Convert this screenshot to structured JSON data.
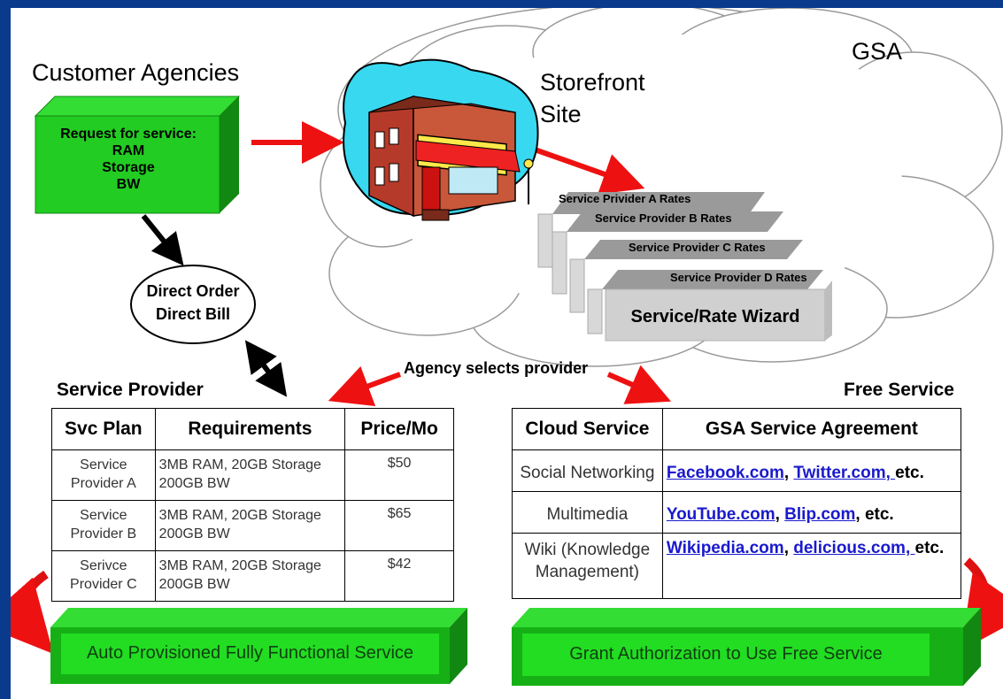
{
  "labels": {
    "gsa": "GSA",
    "customer_agencies": "Customer Agencies",
    "storefront": [
      "Storefront",
      "Site"
    ],
    "service_provider": "Service Provider",
    "free_service": "Free Service",
    "agency_selects": "Agency selects provider"
  },
  "request_box": {
    "title": "Request for service:",
    "items": [
      "RAM",
      "Storage",
      "BW"
    ]
  },
  "direct_order": [
    "Direct Order",
    "Direct Bill"
  ],
  "rate_cards": [
    "Service Privider A Rates",
    "Service Provider B Rates",
    "Service Provider C Rates",
    "Service Provider D  Rates"
  ],
  "wizard_label": "Service/Rate Wizard",
  "provider_table": {
    "headers": [
      "Svc Plan",
      "Requirements",
      "Price/Mo"
    ],
    "rows": [
      {
        "plan": [
          "Service",
          "Provider A"
        ],
        "req": [
          "3MB RAM, 20GB Storage",
          "200GB BW"
        ],
        "price": "$50"
      },
      {
        "plan": [
          "Service",
          "Provider B"
        ],
        "req": [
          "3MB RAM, 20GB Storage",
          "200GB BW"
        ],
        "price": "$65"
      },
      {
        "plan": [
          "Serivce",
          "Provider C"
        ],
        "req": [
          "3MB RAM, 20GB Storage",
          "200GB BW"
        ],
        "price": "$42"
      }
    ]
  },
  "free_table": {
    "headers": [
      "Cloud Service",
      "GSA Service Agreement"
    ],
    "rows": [
      {
        "service": [
          "Social Networking"
        ],
        "links": [
          "Facebook.com",
          "Twitter.com"
        ],
        "sep": ", ",
        "tail_link": ", ",
        "suffix": "etc."
      },
      {
        "service": [
          "Multimedia"
        ],
        "links": [
          "YouTube.com",
          "Blip.com"
        ],
        "sep": ", ",
        "tail_link": "",
        "suffix": ", etc."
      },
      {
        "service": [
          "Wiki (Knowledge",
          "Management)"
        ],
        "links": [
          "Wikipedia.com",
          "delicious.com, "
        ],
        "sep": ", ",
        "tail_link": "",
        "suffix": "etc."
      }
    ]
  },
  "green_bars": {
    "left": "Auto Provisioned Fully Functional Service",
    "right": "Grant Authorization to Use Free Service"
  },
  "colors": {
    "frame_blue": "#0a3a8c",
    "green_front": "#22cc22",
    "green_top": "#33dd33",
    "green_side": "#118811",
    "arrow_red": "#ee1111",
    "link_blue": "#1a1acc"
  }
}
